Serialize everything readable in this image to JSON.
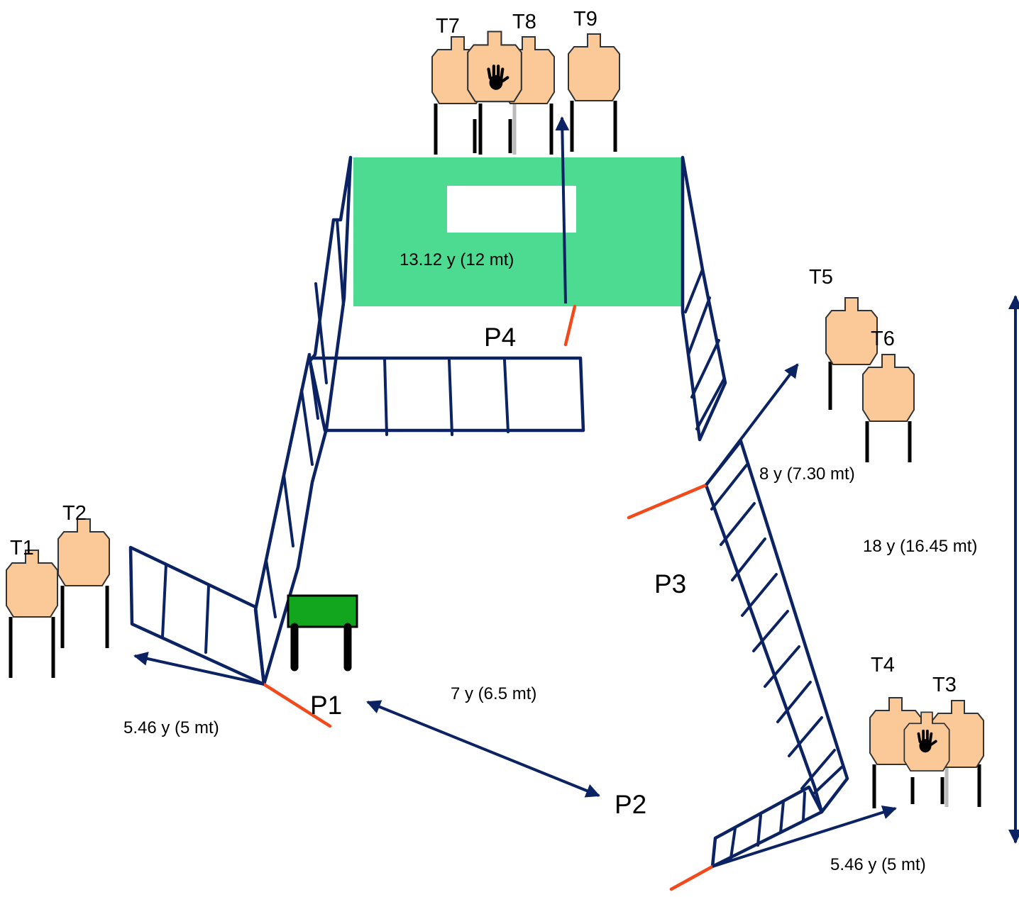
{
  "positions": {
    "p1": "P1",
    "p2": "P2",
    "p3": "P3",
    "p4": "P4"
  },
  "targets": {
    "t1": "T1",
    "t2": "T2",
    "t3": "T3",
    "t4": "T4",
    "t5": "T5",
    "t6": "T6",
    "t7": "T7",
    "t8": "T8",
    "t9": "T9"
  },
  "distances": {
    "p4_targets": "13.12 y (12 mt)",
    "p3_targets": "8 y (7.30 mt)",
    "p1_p2": "7 y (6.5 mt)",
    "p1_targets": "5.46 y (5 mt)",
    "p2_targets": "5.46 y (5 mt)",
    "stage_depth": "18 y (16.45 mt)"
  },
  "colors": {
    "wall": "#0b2263",
    "fault_line": "#f24a1a",
    "target": "#fbc897",
    "shooting_area": "#4ddb92",
    "table": "#12a61e"
  },
  "icons": {
    "no_shoot": "hand-icon"
  }
}
